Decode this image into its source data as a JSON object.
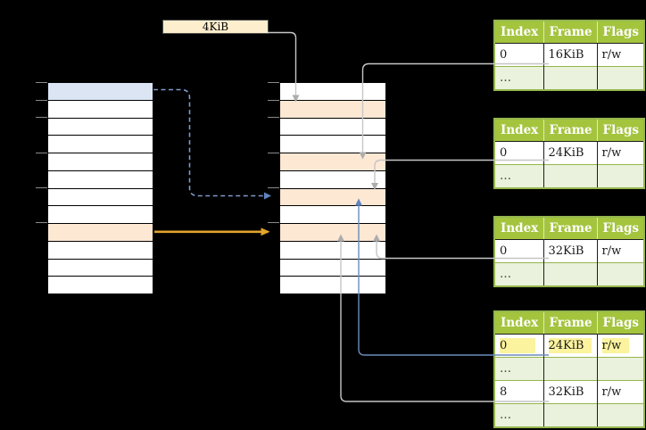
{
  "diagram_label": {
    "text": "4KiB"
  },
  "memory_columns": {
    "left": {
      "cells": [
        "blue",
        "white",
        "white",
        "white",
        "white",
        "white",
        "white",
        "white",
        "peach",
        "white",
        "white",
        "white"
      ]
    },
    "middle": {
      "cells": [
        "white",
        "peach",
        "white",
        "white",
        "peach",
        "white",
        "peach",
        "white",
        "peach",
        "white",
        "white",
        "white"
      ]
    },
    "tick_rows": [
      0,
      1,
      2,
      4,
      6,
      8
    ]
  },
  "tables": [
    {
      "headers": [
        "Index",
        "Frame",
        "Flags"
      ],
      "rows": [
        {
          "cells": [
            "0",
            "16KiB",
            "r/w"
          ]
        },
        {
          "cells": [
            "…",
            "",
            ""
          ],
          "ellipsis": true
        }
      ]
    },
    {
      "headers": [
        "Index",
        "Frame",
        "Flags"
      ],
      "rows": [
        {
          "cells": [
            "0",
            "24KiB",
            "r/w"
          ]
        },
        {
          "cells": [
            "…",
            "",
            ""
          ],
          "ellipsis": true
        }
      ]
    },
    {
      "headers": [
        "Index",
        "Frame",
        "Flags"
      ],
      "rows": [
        {
          "cells": [
            "0",
            "32KiB",
            "r/w"
          ]
        },
        {
          "cells": [
            "…",
            "",
            ""
          ],
          "ellipsis": true
        }
      ]
    },
    {
      "headers": [
        "Index",
        "Frame",
        "Flags"
      ],
      "rows": [
        {
          "cells": [
            "0",
            "24KiB",
            "r/w"
          ],
          "highlight": true
        },
        {
          "cells": [
            "…",
            "",
            ""
          ],
          "ellipsis": true
        },
        {
          "cells": [
            "8",
            "32KiB",
            "r/w"
          ]
        },
        {
          "cells": [
            "…",
            "",
            ""
          ],
          "ellipsis": true
        }
      ]
    }
  ],
  "colors": {
    "cell_blue": "#dbe5f4",
    "cell_peach": "#fde8d4",
    "box_cream": "#fdeecd",
    "table_header_green": "#a4c43e",
    "table_border_green": "#94b64e",
    "row_ellipsis_green": "#eaf1dc",
    "highlight_yellow": "#fbf39e",
    "connector_gray": "#c6c6c6",
    "accent_blue": "#7e99ca",
    "accent_blue_solid": "#6b8cbb",
    "accent_orange": "#e2a42b"
  }
}
